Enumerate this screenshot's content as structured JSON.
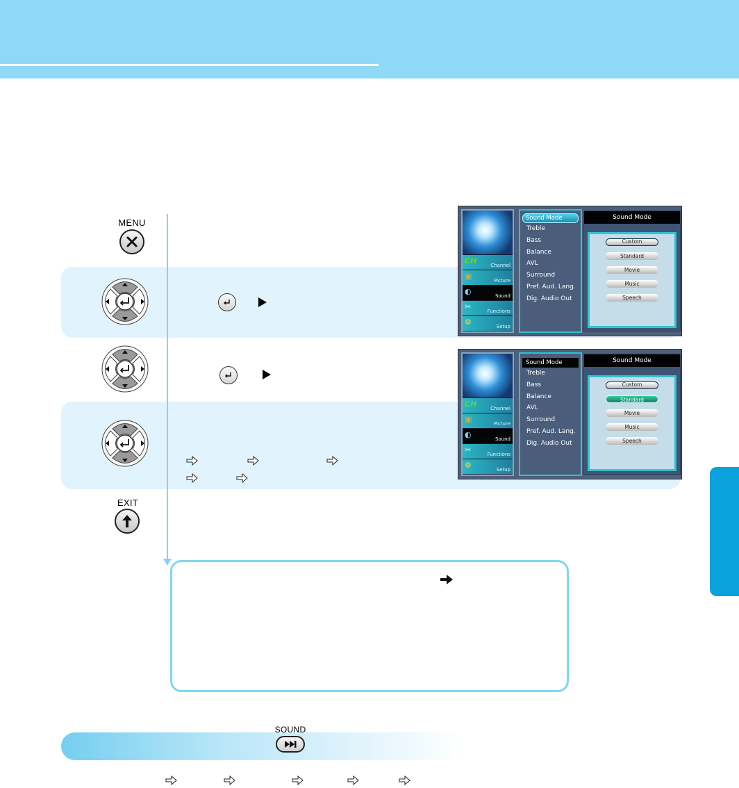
{
  "buttons": {
    "menu_label": "MENU",
    "exit_label": "EXIT",
    "sound_label": "SOUND"
  },
  "icons": {
    "menu": "close-x-icon",
    "exit": "up-arrow-icon",
    "dpad": "directional-pad-icon",
    "enter": "enter-key-icon",
    "right": "right-triangle-icon",
    "skip": "skip-forward-icon",
    "sequence_arrow": "outline-right-arrow-icon",
    "note_arrow": "solid-right-arrow-icon"
  },
  "osd": {
    "left_menu": [
      "Channel",
      "Picture",
      "Sound",
      "Functions",
      "Setup"
    ],
    "left_selected": "Sound",
    "middle_items": [
      "Sound Mode",
      "Treble",
      "Bass",
      "Balance",
      "AVL",
      "Surround",
      "Pref. Aud. Lang.",
      "Dig. Audio Out"
    ],
    "right_title": "Sound Mode",
    "options": [
      "Custom",
      "Standard",
      "Movie",
      "Music",
      "Speech"
    ],
    "screen1_current": "Custom",
    "screen2_current": "Custom",
    "screen2_highlight": "Standard"
  },
  "colors": {
    "header": "#8fd9f6",
    "step_band": "#e1f3fc",
    "accent_line": "#7fd6f4",
    "side_tab": "#0aa2dc"
  }
}
